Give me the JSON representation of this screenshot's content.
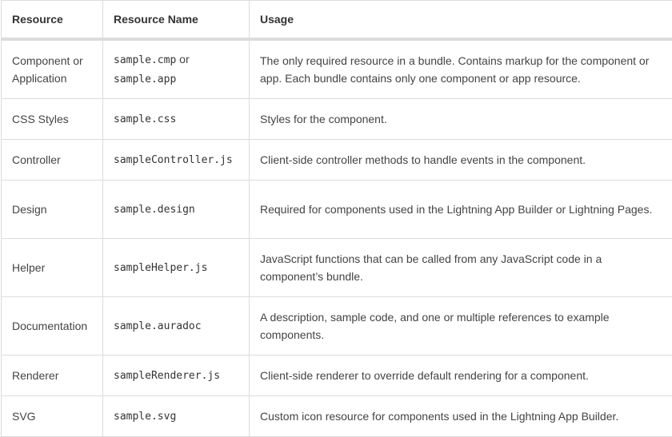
{
  "table": {
    "headers": [
      "Resource",
      "Resource Name",
      "Usage"
    ],
    "rows": [
      {
        "resource": "Component or Application",
        "name_a": "sample.cmp",
        "joiner": " or ",
        "name_b": "sample.app",
        "usage": "The only required resource in a bundle. Contains markup for the component or app. Each bundle contains only one component or app resource."
      },
      {
        "resource": "CSS Styles",
        "name_a": "sample.css",
        "usage": "Styles for the component."
      },
      {
        "resource": "Controller",
        "name_a": "sampleController.js",
        "usage": "Client-side controller methods to handle events in the component."
      },
      {
        "resource": "Design",
        "name_a": "sample.design",
        "usage": "Required for components used in the Lightning App Builder or Lightning Pages."
      },
      {
        "resource": "Helper",
        "name_a": "sampleHelper.js",
        "usage": "JavaScript functions that can be called from any JavaScript code in a component’s bundle."
      },
      {
        "resource": "Documentation",
        "name_a": "sample.auradoc",
        "usage": "A description, sample code, and one or multiple references to example components."
      },
      {
        "resource": "Renderer",
        "name_a": "sampleRenderer.js",
        "usage": "Client-side renderer to override default rendering for a component."
      },
      {
        "resource": "SVG",
        "name_a": "sample.svg",
        "usage": "Custom icon resource for components used in the Lightning App Builder."
      }
    ]
  }
}
